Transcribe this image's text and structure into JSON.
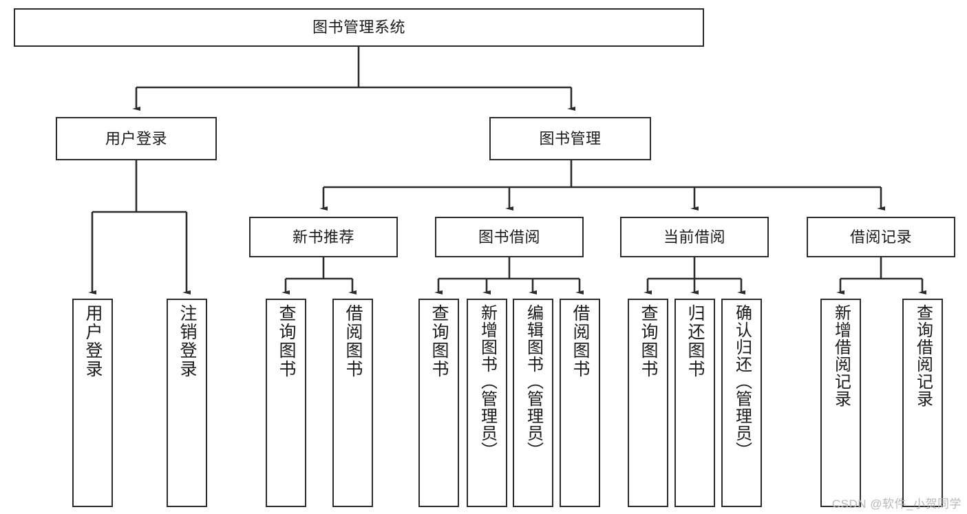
{
  "diagram": {
    "type": "tree",
    "title": "图书管理系统",
    "watermark": "CSDN @软件_小贺同学",
    "colors": {
      "box_border": "#2b2b2b",
      "box_fill": "#ffffff",
      "connector": "#2b2b2b",
      "text": "#1a1a1a",
      "watermark": "#b9b9b9"
    },
    "levels": {
      "level1": [
        {
          "id": "root",
          "label": "图书管理系统"
        }
      ],
      "level2": [
        {
          "id": "user-login",
          "label": "用户登录"
        },
        {
          "id": "book-manage",
          "label": "图书管理"
        }
      ],
      "level3": [
        {
          "id": "new-book-recommend",
          "label": "新书推荐"
        },
        {
          "id": "book-borrow",
          "label": "图书借阅"
        },
        {
          "id": "current-borrow",
          "label": "当前借阅"
        },
        {
          "id": "borrow-record",
          "label": "借阅记录"
        }
      ],
      "level4": [
        {
          "id": "leaf-user-login",
          "label": "用户登录",
          "parent": "user-login"
        },
        {
          "id": "leaf-user-logout",
          "label": "注销登录",
          "parent": "user-login"
        },
        {
          "id": "leaf-query-book-1",
          "label": "查询图书",
          "parent": "new-book-recommend"
        },
        {
          "id": "leaf-borrow-book-1",
          "label": "借阅图书",
          "parent": "new-book-recommend"
        },
        {
          "id": "leaf-query-book-2",
          "label": "查询图书",
          "parent": "book-borrow"
        },
        {
          "id": "leaf-add-book",
          "label": "新增图书（管理员）",
          "parent": "book-borrow"
        },
        {
          "id": "leaf-edit-book",
          "label": "编辑图书（管理员）",
          "parent": "book-borrow"
        },
        {
          "id": "leaf-borrow-book-2",
          "label": "借阅图书",
          "parent": "book-borrow"
        },
        {
          "id": "leaf-query-book-3",
          "label": "查询图书",
          "parent": "current-borrow"
        },
        {
          "id": "leaf-return-book",
          "label": "归还图书",
          "parent": "current-borrow"
        },
        {
          "id": "leaf-confirm-return",
          "label": "确认归还（管理员）",
          "parent": "current-borrow"
        },
        {
          "id": "leaf-add-record",
          "label": "新增借阅记录",
          "parent": "borrow-record"
        },
        {
          "id": "leaf-query-record",
          "label": "查询借阅记录",
          "parent": "borrow-record"
        }
      ]
    }
  }
}
